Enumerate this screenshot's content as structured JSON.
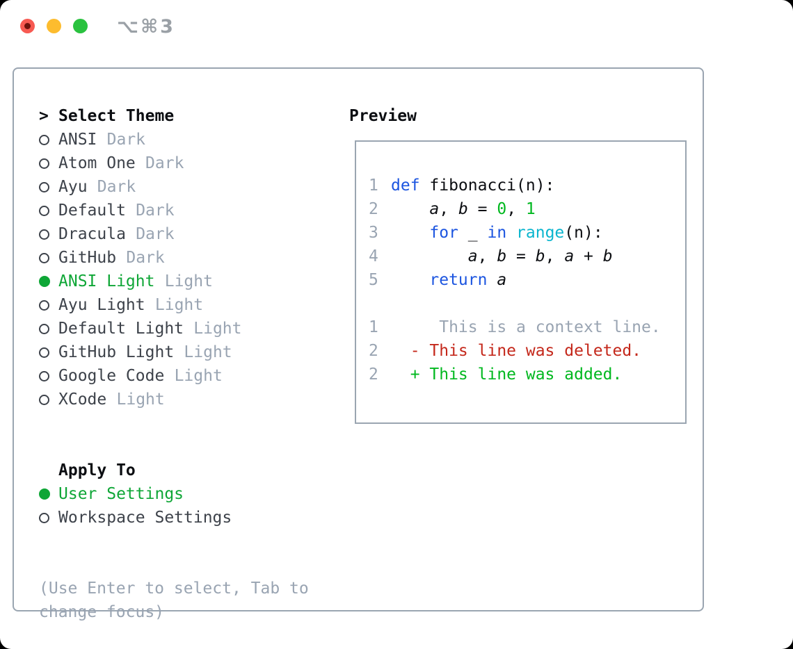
{
  "window": {
    "title": "⌥⌘3",
    "traffic_lights": [
      "close",
      "minimize",
      "maximize"
    ]
  },
  "theme_picker": {
    "header_marker": ">",
    "header": "Select Theme",
    "items": [
      {
        "name": "ANSI",
        "variant": "Dark",
        "selected": false
      },
      {
        "name": "Atom One",
        "variant": "Dark",
        "selected": false
      },
      {
        "name": "Ayu",
        "variant": "Dark",
        "selected": false
      },
      {
        "name": "Default",
        "variant": "Dark",
        "selected": false
      },
      {
        "name": "Dracula",
        "variant": "Dark",
        "selected": false
      },
      {
        "name": "GitHub",
        "variant": "Dark",
        "selected": false
      },
      {
        "name": "ANSI Light",
        "variant": "Light",
        "selected": true
      },
      {
        "name": "Ayu Light",
        "variant": "Light",
        "selected": false
      },
      {
        "name": "Default Light",
        "variant": "Light",
        "selected": false
      },
      {
        "name": "GitHub Light",
        "variant": "Light",
        "selected": false
      },
      {
        "name": "Google Code",
        "variant": "Light",
        "selected": false
      },
      {
        "name": "XCode",
        "variant": "Light",
        "selected": false
      }
    ]
  },
  "apply_to": {
    "header": "Apply To",
    "options": [
      {
        "label": "User Settings",
        "selected": true
      },
      {
        "label": "Workspace Settings",
        "selected": false
      }
    ]
  },
  "hint": "(Use Enter to select, Tab to change focus)",
  "preview": {
    "header": "Preview",
    "lines": [
      {
        "num": "1",
        "tokens": [
          [
            "def",
            "kw"
          ],
          [
            " fibonacci(n):",
            "plain"
          ]
        ]
      },
      {
        "num": "2",
        "tokens": [
          [
            "    ",
            "plain"
          ],
          [
            "a",
            "var"
          ],
          [
            ", ",
            "plain"
          ],
          [
            "b",
            "var"
          ],
          [
            " = ",
            "plain"
          ],
          [
            "0",
            "num"
          ],
          [
            ", ",
            "plain"
          ],
          [
            "1",
            "num"
          ]
        ]
      },
      {
        "num": "3",
        "tokens": [
          [
            "    ",
            "plain"
          ],
          [
            "for",
            "kw"
          ],
          [
            " _ ",
            "plain"
          ],
          [
            "in",
            "kw"
          ],
          [
            " ",
            "plain"
          ],
          [
            "range",
            "fn"
          ],
          [
            "(n):",
            "plain"
          ]
        ]
      },
      {
        "num": "4",
        "tokens": [
          [
            "        ",
            "plain"
          ],
          [
            "a",
            "var"
          ],
          [
            ", ",
            "plain"
          ],
          [
            "b",
            "var"
          ],
          [
            " = ",
            "plain"
          ],
          [
            "b",
            "var"
          ],
          [
            ", ",
            "plain"
          ],
          [
            "a",
            "var"
          ],
          [
            " + ",
            "plain"
          ],
          [
            "b",
            "var"
          ]
        ]
      },
      {
        "num": "5",
        "tokens": [
          [
            "    ",
            "plain"
          ],
          [
            "return",
            "kw"
          ],
          [
            " ",
            "plain"
          ],
          [
            "a",
            "var"
          ]
        ]
      },
      {
        "num": "",
        "tokens": []
      },
      {
        "num": "1",
        "tokens": [
          [
            "     This is a context line.",
            "ctx"
          ]
        ]
      },
      {
        "num": "2",
        "tokens": [
          [
            "  - This line was deleted.",
            "del"
          ]
        ]
      },
      {
        "num": "2",
        "tokens": [
          [
            "  + This line was added.",
            "add"
          ]
        ]
      }
    ]
  },
  "colors": {
    "selected_green": "#0ea636",
    "diff_added_green": "#00b81f",
    "diff_deleted_red": "#c4281b",
    "keyword_blue": "#1c55e0",
    "builtin_cyan": "#0ab5ce",
    "muted_gray": "#99a4b2",
    "border_gray": "#9aa5b1",
    "traffic_red": "#f75a52",
    "traffic_yellow": "#fdbc2e",
    "traffic_green": "#2ac23f"
  }
}
